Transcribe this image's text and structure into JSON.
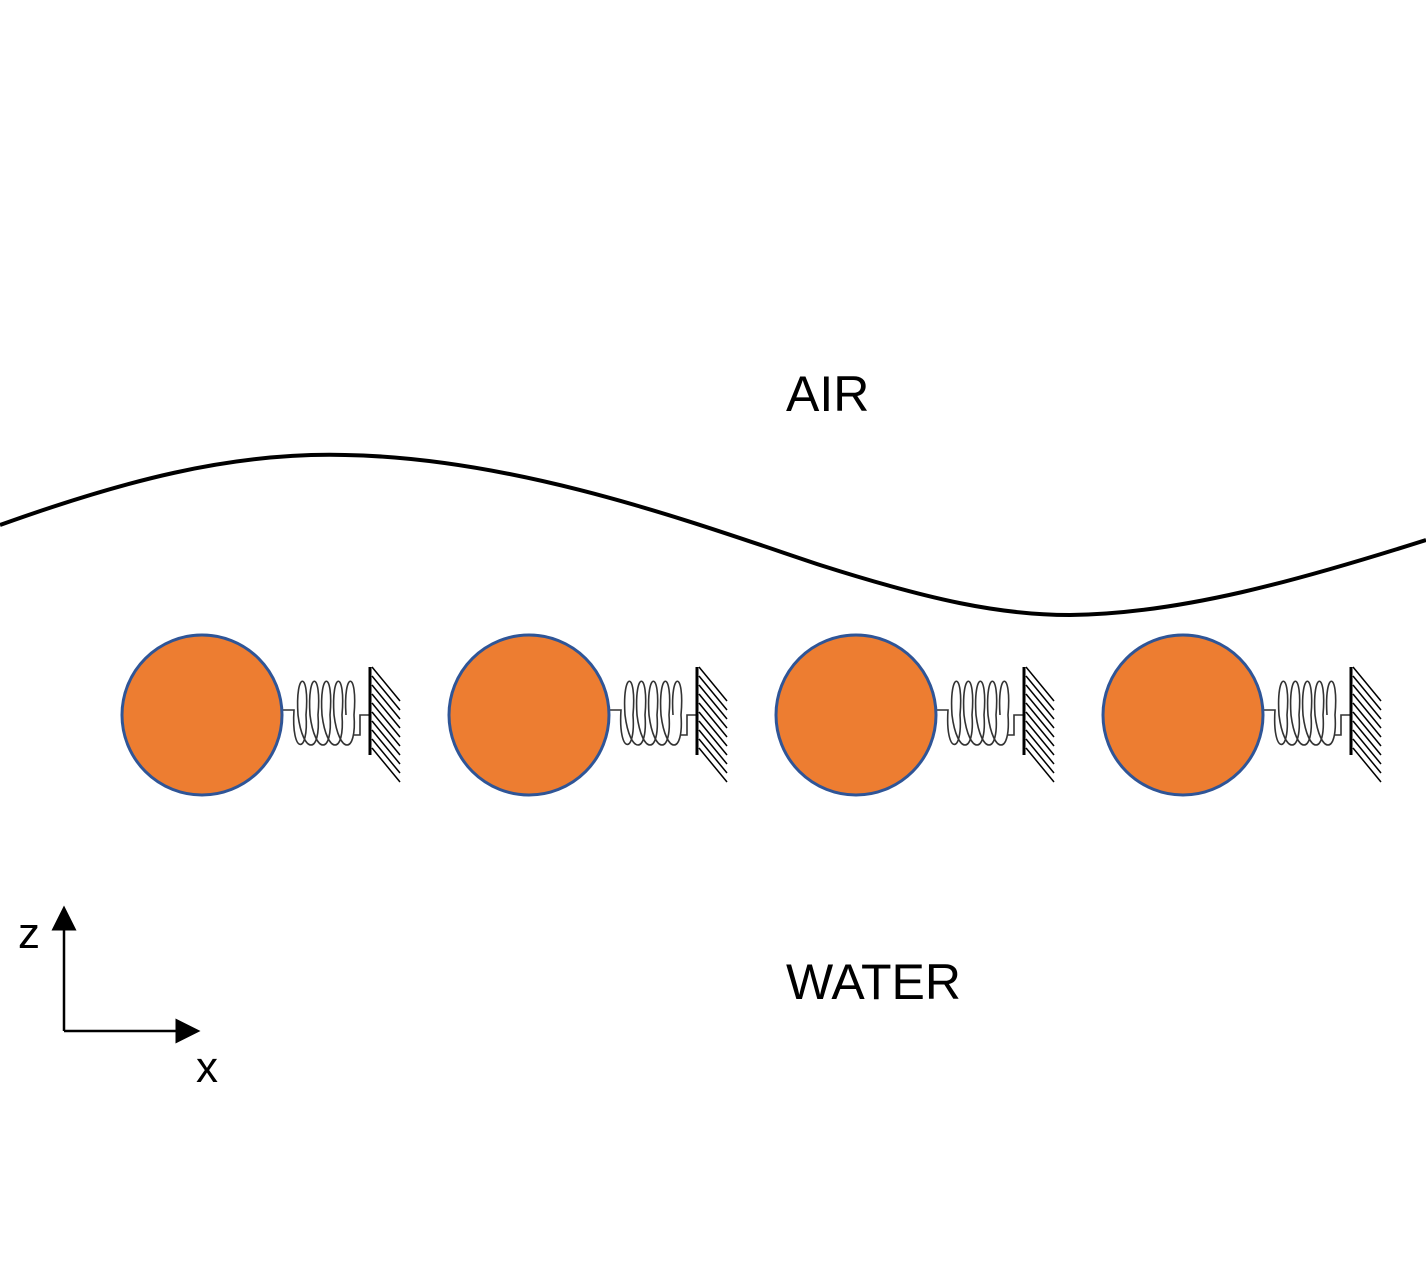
{
  "labels": {
    "air": "AIR",
    "water": "WATER"
  },
  "axes": {
    "vertical": "z",
    "horizontal": "x"
  },
  "colors": {
    "ball_fill": "#ED7D31",
    "ball_stroke": "#2F5597",
    "line": "#000000",
    "background": "#FFFFFF"
  },
  "oscillators": [
    {
      "component": "sphere",
      "connector": "spring",
      "support": "fixed-wall"
    },
    {
      "component": "sphere",
      "connector": "spring",
      "support": "fixed-wall"
    },
    {
      "component": "sphere",
      "connector": "spring",
      "support": "fixed-wall"
    },
    {
      "component": "sphere",
      "connector": "spring",
      "support": "fixed-wall"
    }
  ]
}
